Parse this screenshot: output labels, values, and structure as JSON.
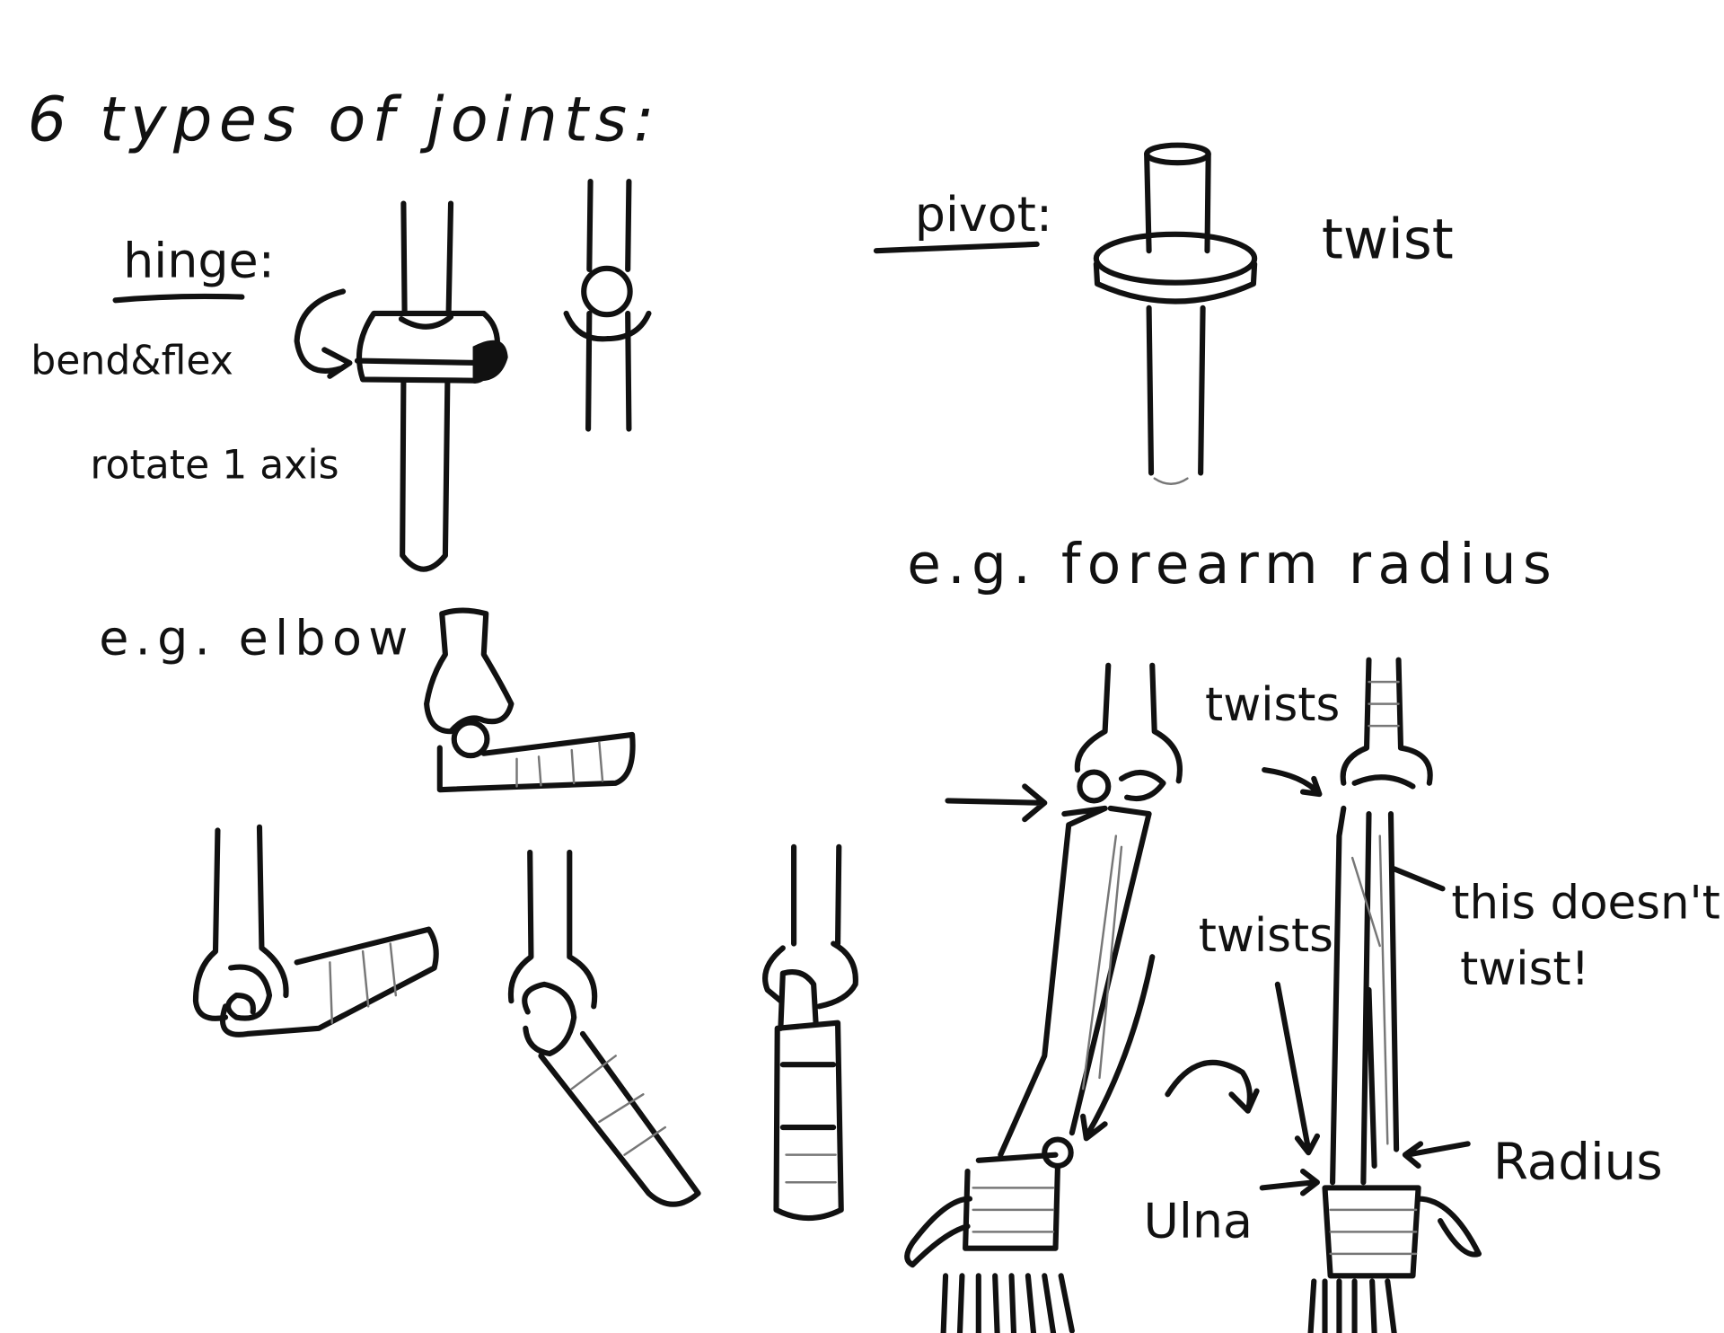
{
  "title": "6 types of joints:",
  "hinge": {
    "heading": "hinge:",
    "notes": [
      "bend&flex",
      "rotate 1 axis"
    ],
    "example": "e.g. elbow"
  },
  "pivot": {
    "heading": "pivot:",
    "note": "twist",
    "example": "e.g. forearm radius",
    "labels": {
      "twists_top": "twists",
      "twists_mid": "twists",
      "no_twist_line1": "this doesn't",
      "no_twist_line2": "twist!",
      "ulna": "Ulna",
      "radius": "Radius"
    }
  },
  "colors": {
    "ink": "#111111",
    "shading": "#777777",
    "background": "#ffffff"
  }
}
